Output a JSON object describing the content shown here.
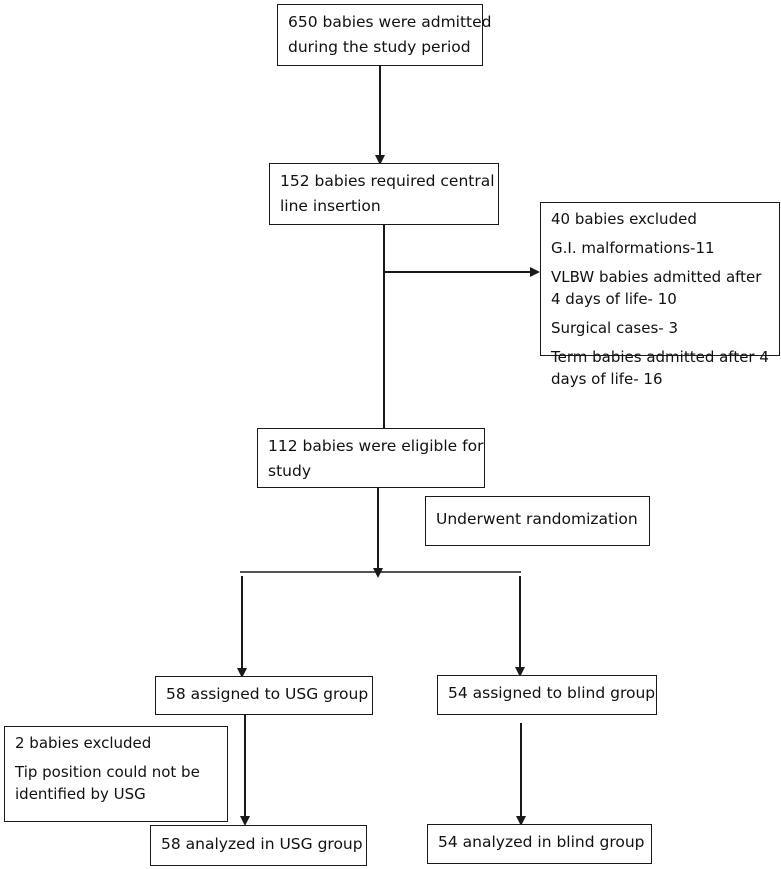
{
  "flowchart": {
    "admitted": [
      "650 babies were admitted",
      "during the study period"
    ],
    "central_line": [
      "152 babies required central",
      "line insertion"
    ],
    "excluded_first": {
      "title": "40 babies excluded",
      "items": [
        [
          "G.I. malformations-11"
        ],
        [
          "VLBW babies admitted after",
          "4 days of life- 10"
        ],
        [
          "Surgical cases- 3"
        ],
        [
          "Term babies admitted after 4",
          "days of life- 16"
        ]
      ]
    },
    "eligible": [
      "112 babies were eligible for",
      "study"
    ],
    "randomization": "Underwent randomization",
    "usg_assigned": "58 assigned to USG group",
    "blind_assigned": "54 assigned to blind group",
    "excluded_usg": {
      "title": "2 babies excluded",
      "detail": [
        "Tip position could not be",
        "identified by USG"
      ]
    },
    "usg_analyzed": "58 analyzed in USG group",
    "blind_analyzed": "54 analyzed in blind group"
  },
  "colors": {
    "line": "#1a1a1a",
    "text": "#111111",
    "background": "#ffffff"
  }
}
